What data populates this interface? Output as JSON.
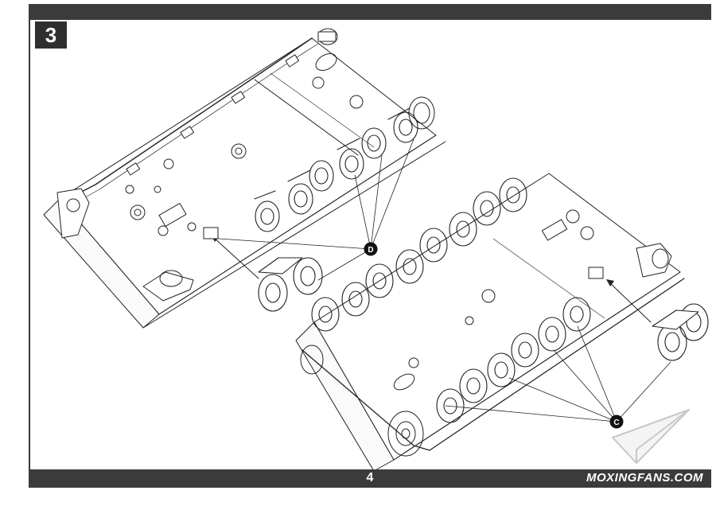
{
  "step": {
    "number": "3"
  },
  "callouts": {
    "upper": "D",
    "lower": "C"
  },
  "footer": {
    "page_number": "4",
    "watermark": "MOXINGFANS.COM"
  },
  "colors": {
    "bar": "#3b3b3b",
    "line": "#222222",
    "callout_fill": "#111111"
  }
}
